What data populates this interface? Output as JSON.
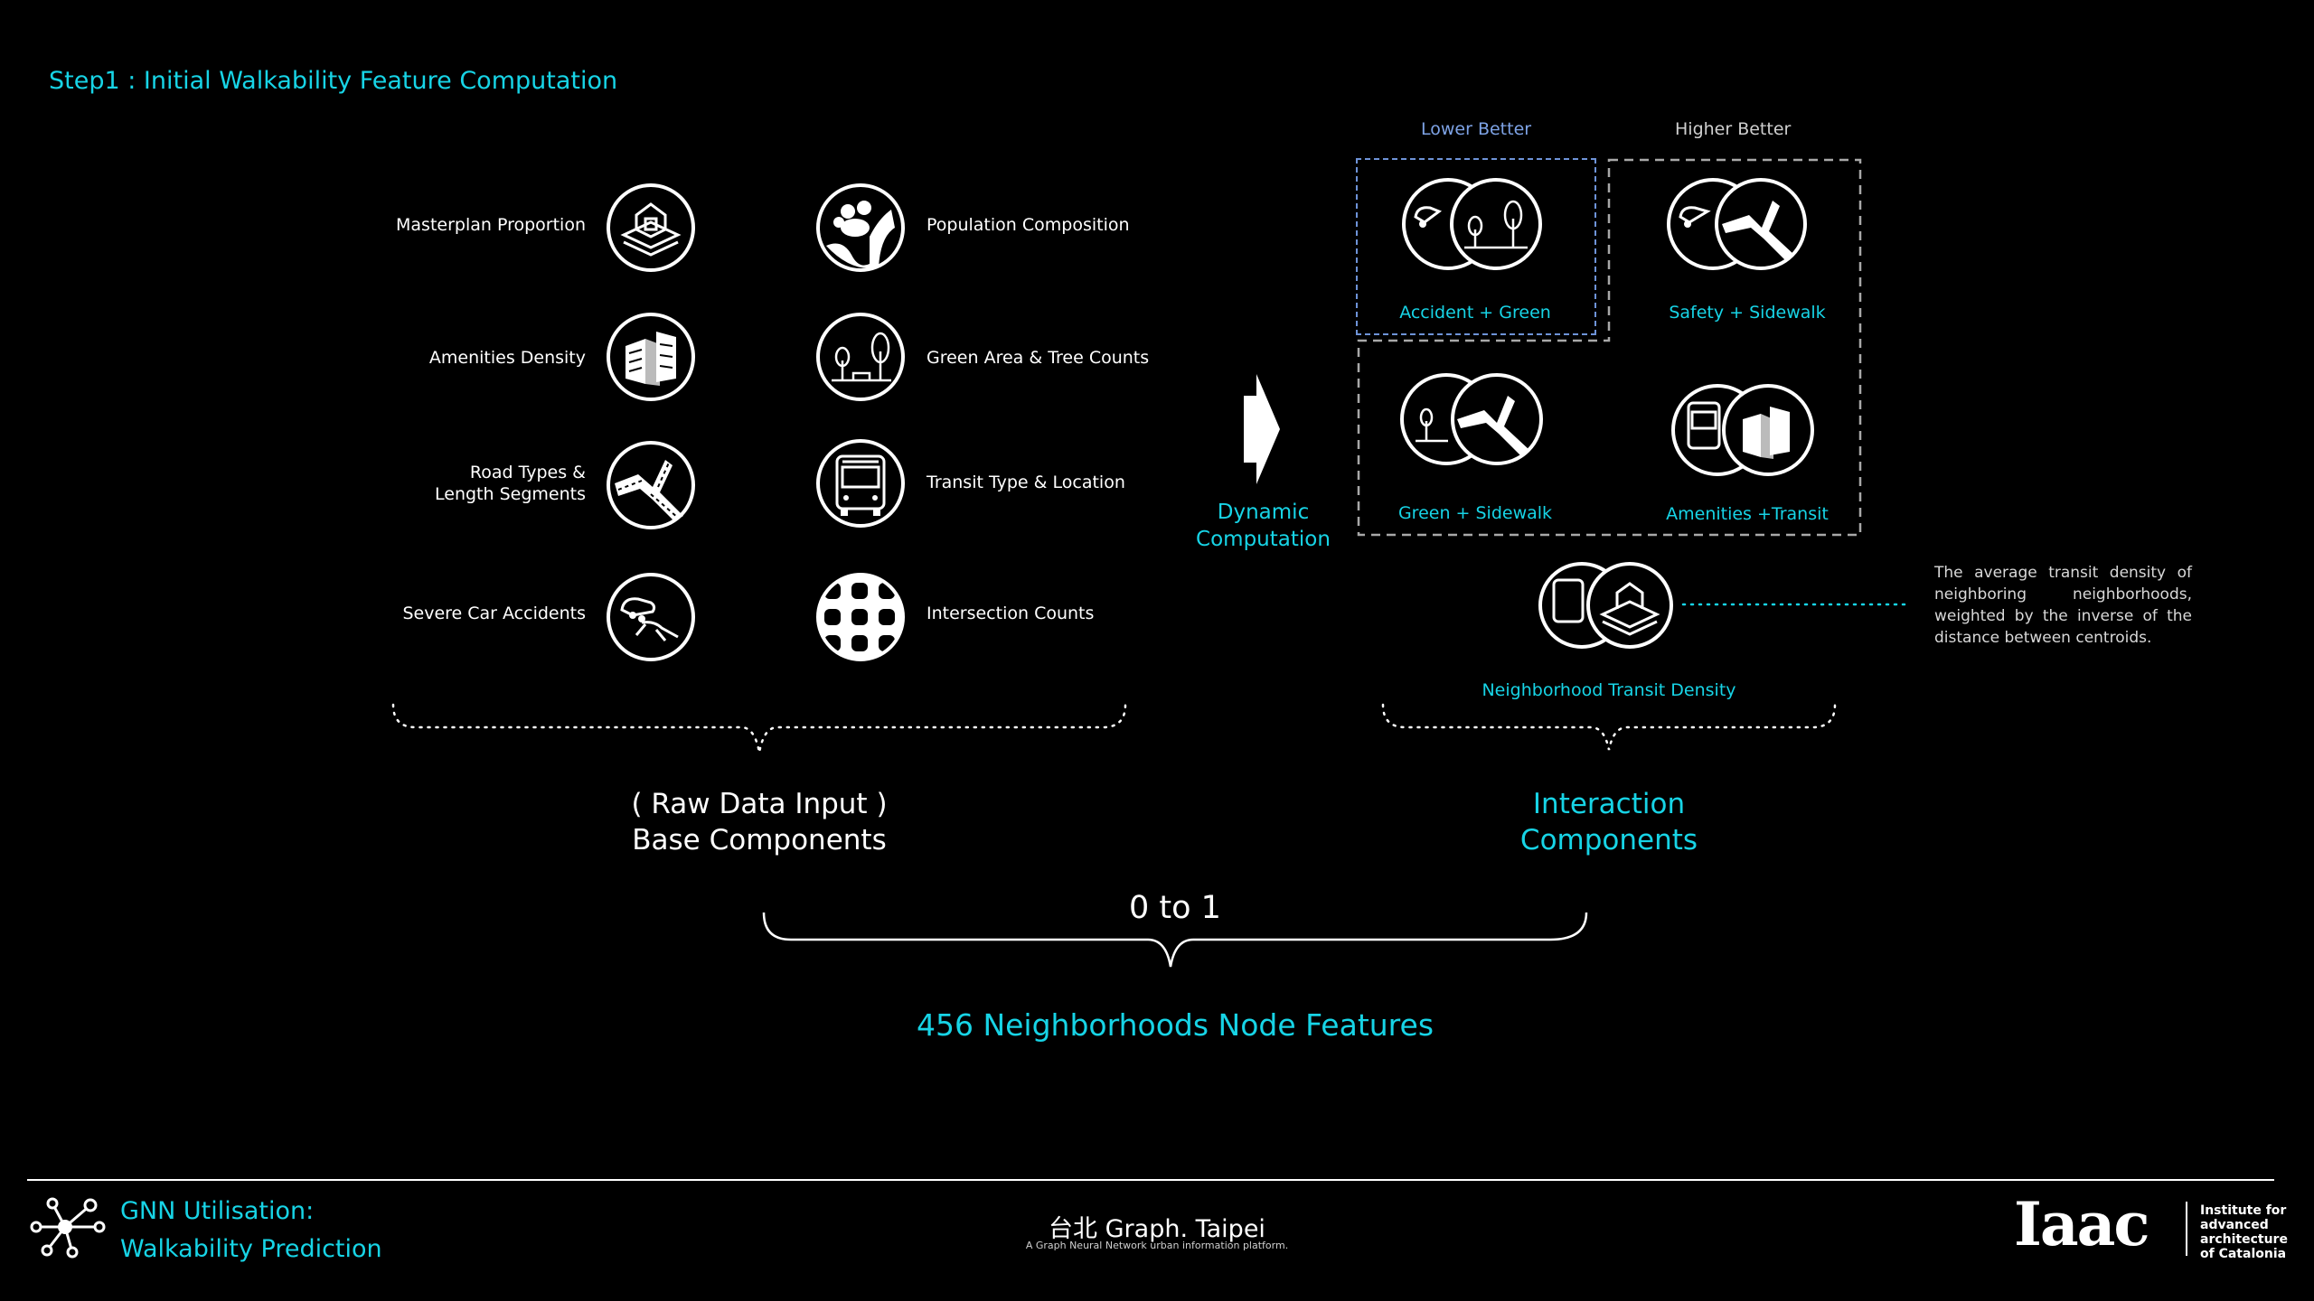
{
  "step_title": "Step1 : Initial Walkability Feature Computation",
  "base_components": {
    "left": [
      {
        "label": "Masterplan Proportion",
        "icon": "masterplan-layers-icon"
      },
      {
        "label": "Amenities Density",
        "icon": "buildings-icon"
      },
      {
        "label_line1": "Road Types &",
        "label_line2": "Length Segments",
        "icon": "road-icon"
      },
      {
        "label": "Severe Car Accidents",
        "icon": "accident-icon"
      }
    ],
    "right": [
      {
        "label": "Population Composition",
        "icon": "population-icon"
      },
      {
        "label": "Green Area & Tree Counts",
        "icon": "trees-icon"
      },
      {
        "label": "Transit Type & Location",
        "icon": "bus-icon"
      },
      {
        "label": "Intersection Counts",
        "icon": "grid-intersection-icon"
      }
    ],
    "caption_line1": "( Raw Data Input )",
    "caption_line2": "Base Components"
  },
  "dynamic_computation": {
    "line1": "Dynamic",
    "line2": "Computation"
  },
  "interaction": {
    "lower_better": "Lower Better",
    "higher_better": "Higher Better",
    "items": [
      {
        "label": "Accident + Green"
      },
      {
        "label": "Safety  + Sidewalk"
      },
      {
        "label": "Green + Sidewalk"
      },
      {
        "label": "Amenities +Transit"
      }
    ],
    "neighborhood": {
      "label": "Neighborhood Transit Density",
      "note": "The average transit density of neighboring neighborhoods, weighted by the inverse of the distance between centroids."
    },
    "caption_line1": "Interaction",
    "caption_line2": "Components"
  },
  "range_label": "0 to 1",
  "result_label": "456 Neighborhoods Node Features",
  "footer": {
    "project_line1": "GNN Utilisation:",
    "project_line2": "Walkability Prediction",
    "platform_title": "台北 Graph. Taipei",
    "platform_subtitle": "A Graph Neural Network urban information platform.",
    "logo_text": "Iaac",
    "institute": [
      "Institute for",
      "advanced",
      "architecture",
      "of Catalonia"
    ]
  },
  "colors": {
    "accent": "#17d4e6",
    "blue_dash": "#6e93d8",
    "background": "#000000"
  }
}
